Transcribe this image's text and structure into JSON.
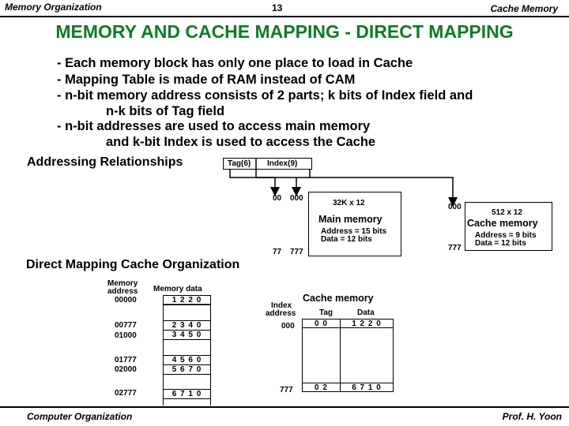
{
  "header": {
    "left": "Memory Organization",
    "page_number": "13",
    "right": "Cache Memory"
  },
  "title": "MEMORY  AND  CACHE  MAPPING  - DIRECT  MAPPING",
  "bullets": [
    "- Each memory block has only one place to load in Cache",
    "- Mapping Table is made of RAM instead of CAM",
    "- n-bit memory address consists of 2 parts; k bits of Index field and",
    "n-k bits of Tag field",
    "- n-bit addresses are used to access main memory",
    "and k-bit Index is used to access the Cache"
  ],
  "addressing": {
    "heading": "Addressing Relationships",
    "tag_field": "Tag(6)",
    "index_field": "Index(9)",
    "main_addr_top_tag": "00",
    "main_addr_top_index": "000",
    "main_addr_bottom_tag": "77",
    "main_addr_bottom_index": "777",
    "main_memory": {
      "size": "32K x 12",
      "name": "Main memory",
      "address": "Address = 15 bits",
      "data": "Data = 12 bits"
    },
    "cache_addr_top": "000",
    "cache_addr_bottom": "777",
    "cache_memory": {
      "size": "512 x 12",
      "name": "Cache memory",
      "address": "Address = 9 bits",
      "data": "Data = 12 bits"
    }
  },
  "direct_mapping": {
    "heading": "Direct Mapping Cache Organization",
    "memory_address_label_1": "Memory",
    "memory_address_label_2": "address",
    "memory_data_label": "Memory data",
    "memory_rows": [
      {
        "address": "00000",
        "data": "1 2 2 0"
      },
      {
        "address": "00777",
        "data": "2 3 4 0"
      },
      {
        "address": "01000",
        "data": "3 4 5 0"
      },
      {
        "address": "01777",
        "data": "4 5 6 0"
      },
      {
        "address": "02000",
        "data": "5 6 7 0"
      },
      {
        "address": "02777",
        "data": "6 7 1 0"
      }
    ],
    "cache_title": "Cache memory",
    "index_label_1": "Index",
    "index_label_2": "address",
    "tag_header": "Tag",
    "data_header": "Data",
    "cache_rows": [
      {
        "index": "000",
        "tag": "0 0",
        "data": "1 2 2 0"
      },
      {
        "index": "777",
        "tag": "0 2",
        "data": "6 7 1 0"
      }
    ]
  },
  "footer": {
    "left": "Computer Organization",
    "right": "Prof.  H. Yoon"
  }
}
